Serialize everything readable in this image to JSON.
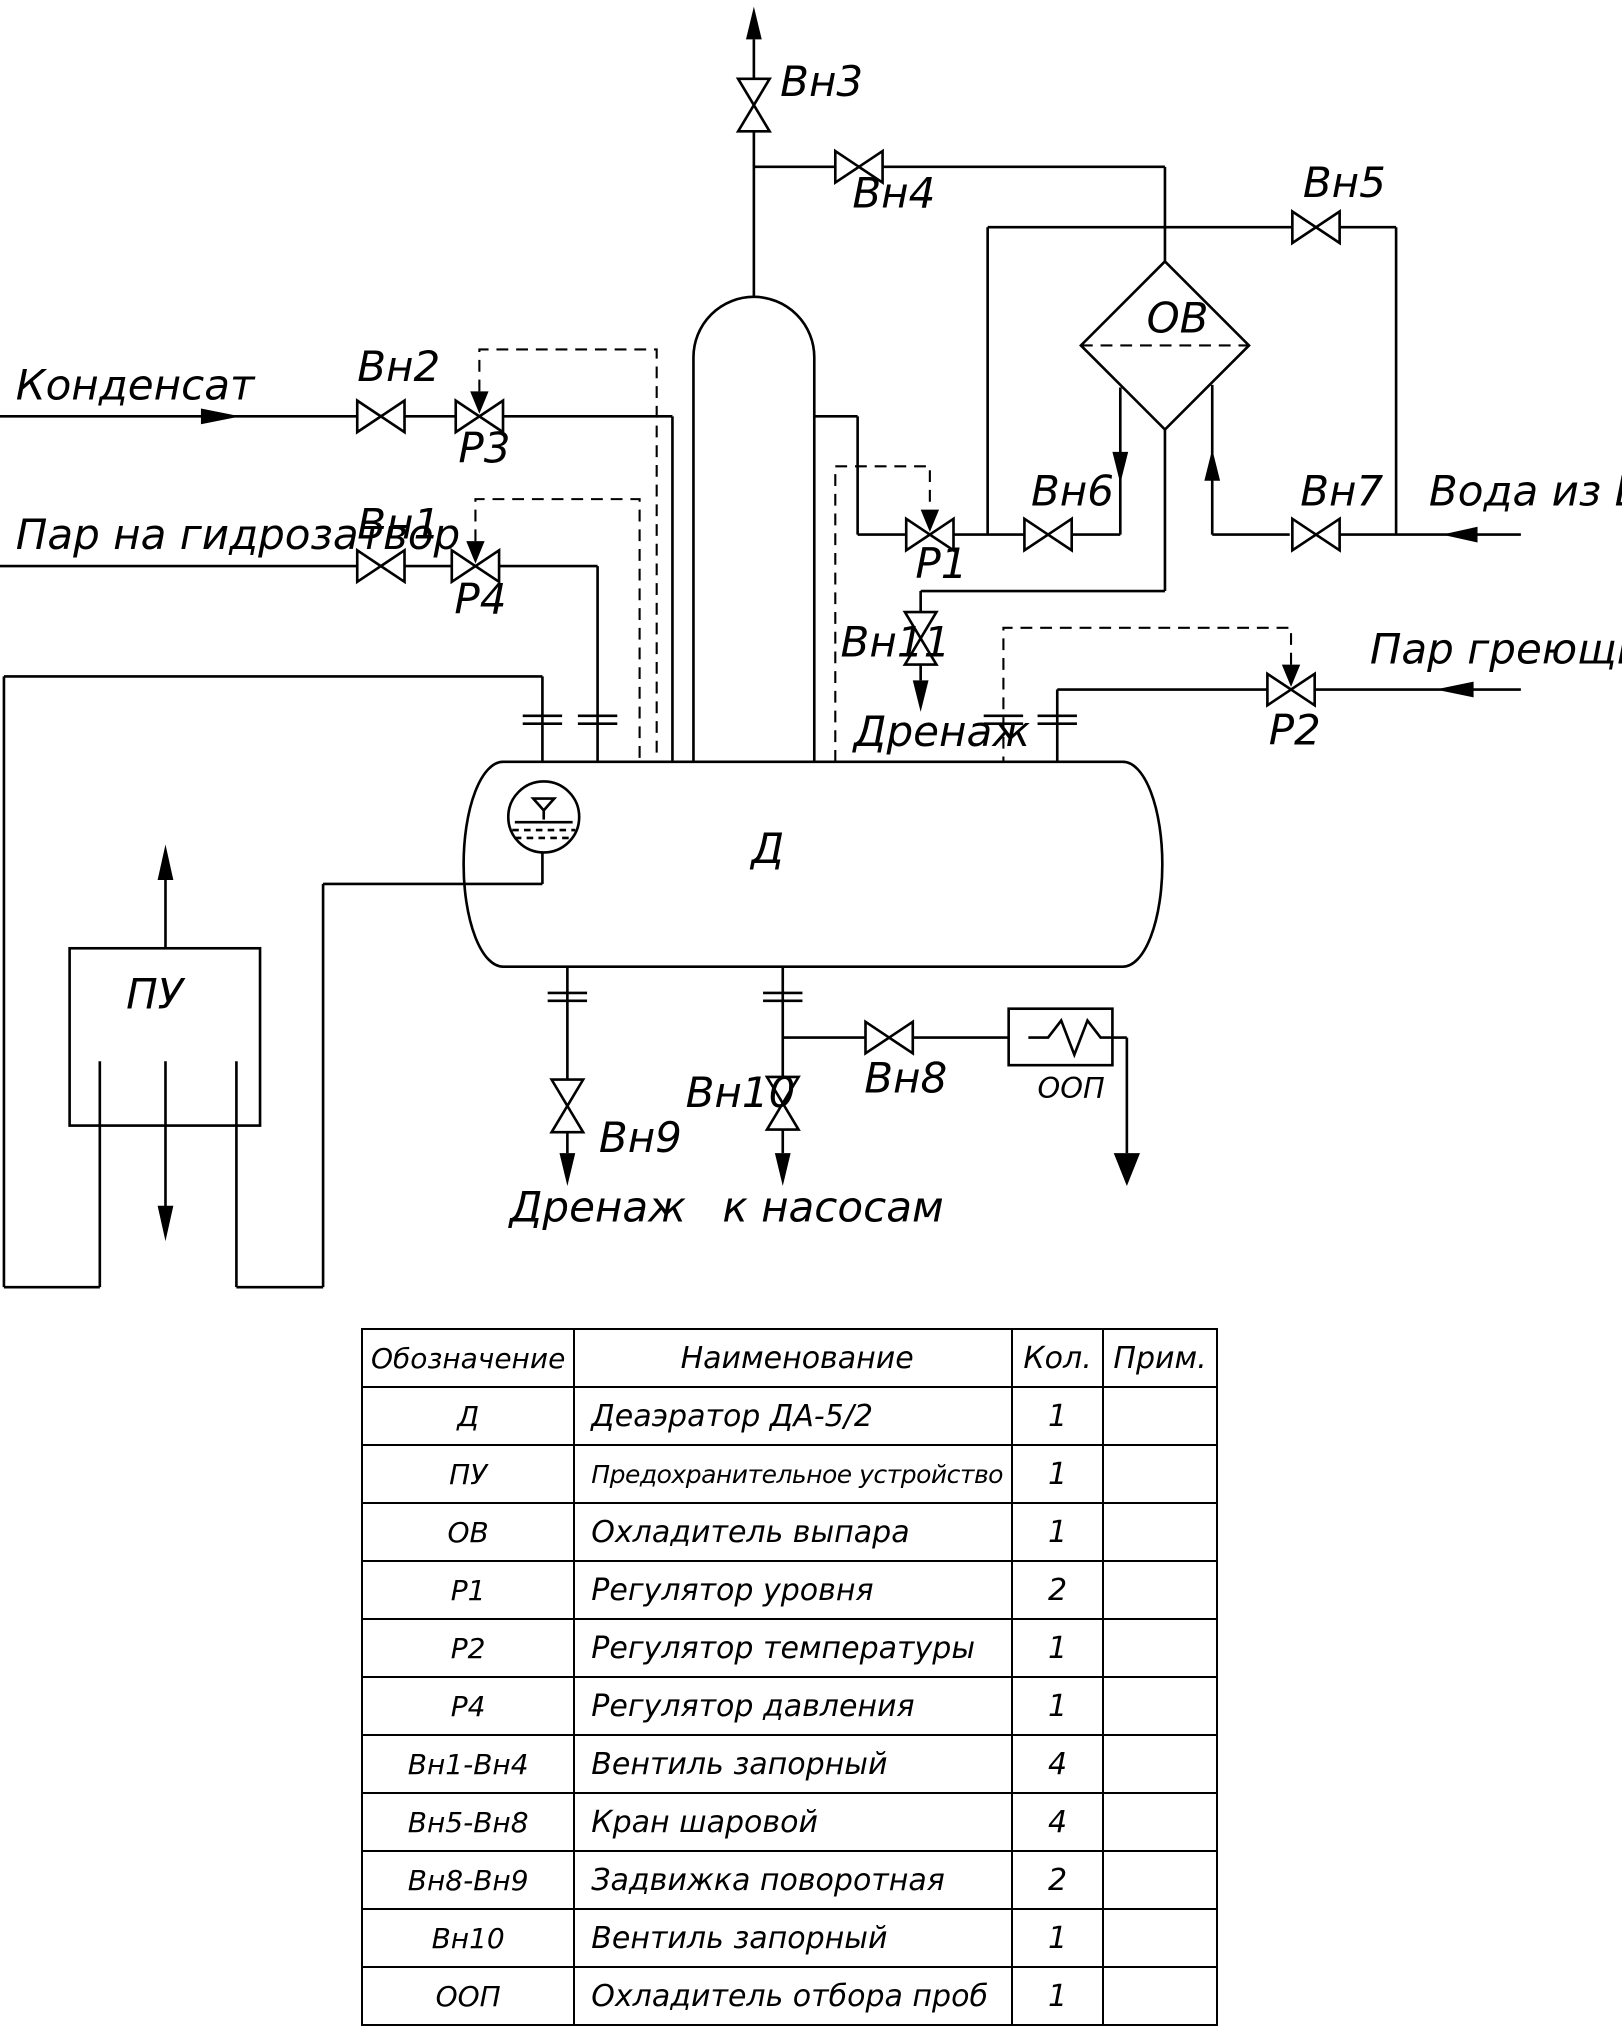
{
  "diagram": {
    "equipment": {
      "deaerator": "Д",
      "safety_device": "ПУ",
      "vapor_cooler": "ОВ",
      "sample_cooler": "ООП"
    },
    "valves": {
      "vn1": "Вн1",
      "vn2": "Вн2",
      "vn3": "Вн3",
      "vn4": "Вн4",
      "vn5": "Вн5",
      "vn6": "Вн6",
      "vn7": "Вн7",
      "vn8": "Вн8",
      "vn9": "Вн9",
      "vn10": "Вн10",
      "vn11": "Вн11"
    },
    "regulators": {
      "r1": "Р1",
      "r2": "Р2",
      "r3": "Р3",
      "r4": "Р4"
    },
    "streams": {
      "condensate": "Конденсат",
      "steam_seal": "Пар на гидрозатвор",
      "water_vpu": "Вода из ВПУ",
      "heating_steam": "Пар греющий",
      "drain_top": "Дренаж",
      "drain_bottom": "Дренаж",
      "to_pumps": "к насосам"
    }
  },
  "spec_table": {
    "headers": [
      "Обозначение",
      "Наименование",
      "Кол.",
      "Прим."
    ],
    "rows": [
      {
        "code": "Д",
        "name": "Деаэратор ДА-5/2",
        "qty": "1",
        "note": ""
      },
      {
        "code": "ПУ",
        "name": "Предохранительное устройство",
        "qty": "1",
        "note": ""
      },
      {
        "code": "ОВ",
        "name": "Охладитель выпара",
        "qty": "1",
        "note": ""
      },
      {
        "code": "Р1",
        "name": "Регулятор уровня",
        "qty": "2",
        "note": ""
      },
      {
        "code": "Р2",
        "name": "Регулятор температуры",
        "qty": "1",
        "note": ""
      },
      {
        "code": "Р4",
        "name": "Регулятор давления",
        "qty": "1",
        "note": ""
      },
      {
        "code": "Вн1-Вн4",
        "name": "Вентиль запорный",
        "qty": "4",
        "note": ""
      },
      {
        "code": "Вн5-Вн8",
        "name": "Кран шаровой",
        "qty": "4",
        "note": ""
      },
      {
        "code": "Вн8-Вн9",
        "name": "Задвижка поворотная",
        "qty": "2",
        "note": ""
      },
      {
        "code": "Вн10",
        "name": "Вентиль запорный",
        "qty": "1",
        "note": ""
      },
      {
        "code": "ООП",
        "name": "Охладитель отбора проб",
        "qty": "1",
        "note": ""
      }
    ]
  }
}
